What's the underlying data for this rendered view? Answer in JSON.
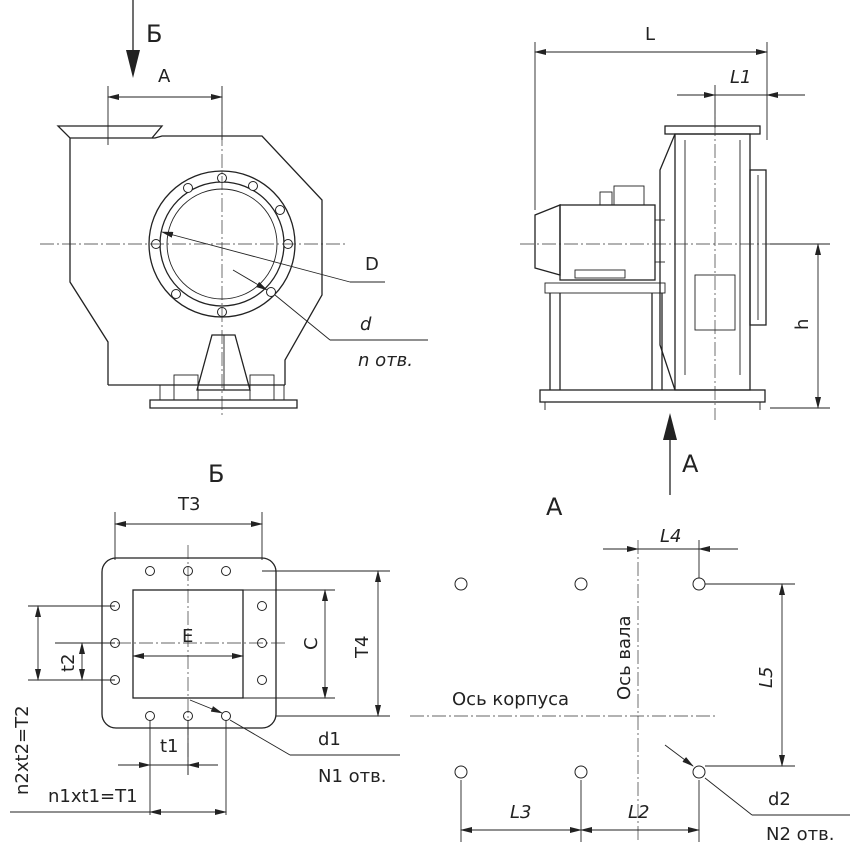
{
  "labels": {
    "view_arrow_B": "Б",
    "view_arrow_A": "А",
    "dim_A": "А",
    "dim_D": "D",
    "dim_d": "d",
    "n_holes": "n отв.",
    "dim_L": "L",
    "dim_L1": "L1",
    "dim_h": "h",
    "view_B_title": "Б",
    "view_A_title": "А",
    "dim_T3": "T3",
    "dim_E": "E",
    "dim_C": "C",
    "dim_T4": "T4",
    "dim_t2": "t2",
    "dim_t1": "t1",
    "dim_d1": "d1",
    "n1_holes": "N1 отв.",
    "n2t2": "n2xt2=T2",
    "n1t1": "n1xt1=T1",
    "dim_L4": "L4",
    "dim_L5": "L5",
    "axis_shaft": "Ось вала",
    "axis_housing": "Ось корпуса",
    "dim_L3": "L3",
    "dim_L2": "L2",
    "dim_d2": "d2",
    "n2_holes": "N2 отв."
  }
}
